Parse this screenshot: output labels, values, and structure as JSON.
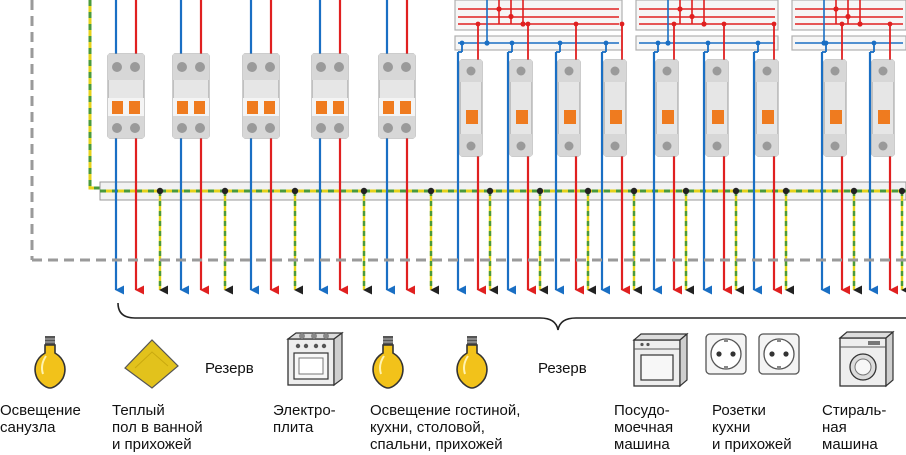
{
  "colors": {
    "phase": "#e02020",
    "neutral": "#1a6fc4",
    "earth_green": "#4a9a3a",
    "earth_yellow": "#e6d21a",
    "enclosure": "#9a9a9a",
    "breaker_body": "#e6e6e6",
    "breaker_handle": "#ef7b1f",
    "bulb": "#f2c21a",
    "heated_floor": "#e2c21c"
  },
  "consumers": [
    {
      "icon": "light-bulb-icon",
      "label": "Освещение\nсанузла"
    },
    {
      "icon": "heated-floor-icon",
      "label": "Теплый\nпол в ванной\nи прихожей"
    },
    {
      "icon": "",
      "label": "Резерв"
    },
    {
      "icon": "electric-stove-icon",
      "label": "Электро-\nплита"
    },
    {
      "icon": "light-bulb-icon",
      "label": "Освещение гостиной,\nкухни, столовой,\nспальни, прихожей"
    },
    {
      "icon": "",
      "label": "Резерв"
    },
    {
      "icon": "dishwasher-icon",
      "label": "Посудо-\nмоечная\nмашина"
    },
    {
      "icon": "power-socket-icon",
      "label": "Розетки\nкухни\nи прихожей"
    },
    {
      "icon": "washing-machine-icon",
      "label": "Стираль-\nная\nмашина"
    }
  ]
}
